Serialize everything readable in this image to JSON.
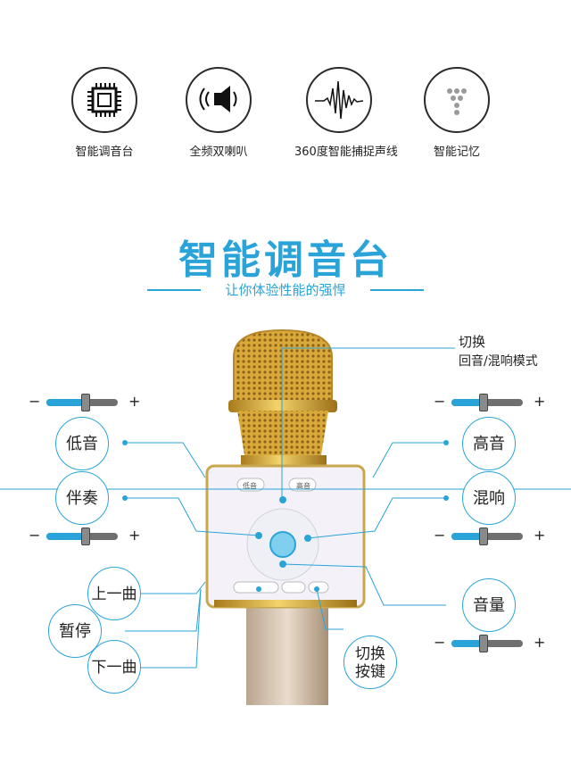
{
  "features": [
    {
      "label": "智能调音台",
      "icon": "chip-icon"
    },
    {
      "label": "全频双喇叭",
      "icon": "speaker-icon"
    },
    {
      "label": "360度智能捕捉声线",
      "icon": "waveform-icon"
    },
    {
      "label": "智能记忆",
      "icon": "memory-icon"
    }
  ],
  "title": "智能调音台",
  "subtitle": "让你体验性能的强悍",
  "accent_color": "#2aa4d8",
  "mode_note": {
    "line1": "切换",
    "line2": "回音/混响模式"
  },
  "bubbles": {
    "bass": "低音",
    "accompany": "伴奏",
    "treble": "高音",
    "reverb": "混响",
    "prev": "上一曲",
    "pause": "暂停",
    "next": "下一曲",
    "volume": "音量",
    "switch_key_line1": "切换",
    "switch_key_line2": "按键"
  },
  "sliders": {
    "minus": "−",
    "plus": "+",
    "bass_level": 0.55,
    "accompany_level": 0.55,
    "treble_level": 0.45,
    "reverb_level": 0.45,
    "volume_level": 0.45
  },
  "device_labels": {
    "left_key": "低音",
    "right_key": "高音"
  }
}
